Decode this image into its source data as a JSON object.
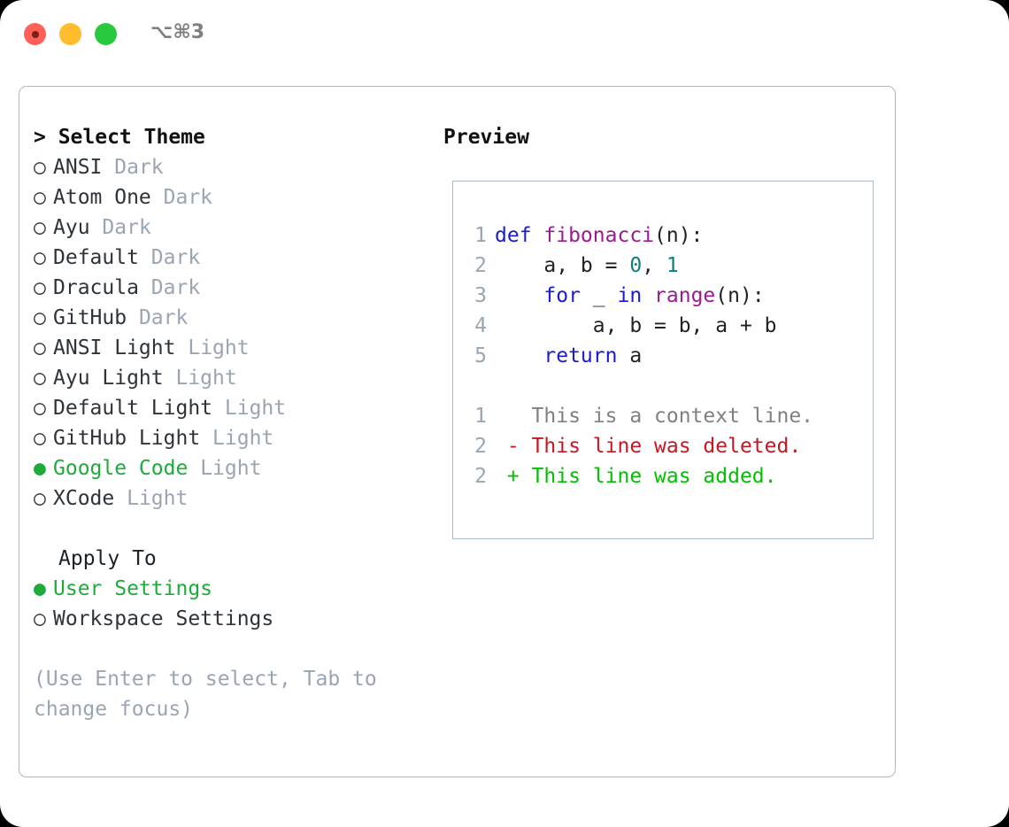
{
  "titlebar": {
    "shortcut": "⌥⌘3",
    "buttons": [
      {
        "name": "close",
        "color": "#ff6058"
      },
      {
        "name": "minimize",
        "color": "#ffbd2e"
      },
      {
        "name": "maximize",
        "color": "#28c93f"
      }
    ]
  },
  "theme_picker": {
    "heading": "> Select Theme",
    "bullet_selected": "●",
    "bullet_unselected": "○",
    "items": [
      {
        "label": "ANSI",
        "variant": "Dark",
        "selected": false
      },
      {
        "label": "Atom One",
        "variant": "Dark",
        "selected": false
      },
      {
        "label": "Ayu",
        "variant": "Dark",
        "selected": false
      },
      {
        "label": "Default",
        "variant": "Dark",
        "selected": false
      },
      {
        "label": "Dracula",
        "variant": "Dark",
        "selected": false
      },
      {
        "label": "GitHub",
        "variant": "Dark",
        "selected": false
      },
      {
        "label": "ANSI Light",
        "variant": "Light",
        "selected": false
      },
      {
        "label": "Ayu Light",
        "variant": "Light",
        "selected": false
      },
      {
        "label": "Default Light",
        "variant": "Light",
        "selected": false
      },
      {
        "label": "GitHub Light",
        "variant": "Light",
        "selected": false
      },
      {
        "label": "Google Code",
        "variant": "Light",
        "selected": true
      },
      {
        "label": "XCode",
        "variant": "Light",
        "selected": false
      }
    ]
  },
  "apply_to": {
    "heading": "Apply To",
    "items": [
      {
        "label": "User Settings",
        "selected": true
      },
      {
        "label": "Workspace Settings",
        "selected": false
      }
    ]
  },
  "hint": "(Use Enter to select, Tab to change focus)",
  "preview": {
    "title": "Preview",
    "code_lines": [
      {
        "lineno": "1",
        "tokens": [
          {
            "t": "def ",
            "c": "kw"
          },
          {
            "t": "fibonacci",
            "c": "fn"
          },
          {
            "t": "(n):",
            "c": "pln"
          }
        ]
      },
      {
        "lineno": "2",
        "tokens": [
          {
            "t": "    a, b = ",
            "c": "pln"
          },
          {
            "t": "0",
            "c": "num"
          },
          {
            "t": ", ",
            "c": "pln"
          },
          {
            "t": "1",
            "c": "num"
          }
        ]
      },
      {
        "lineno": "3",
        "tokens": [
          {
            "t": "    ",
            "c": "pln"
          },
          {
            "t": "for",
            "c": "kw"
          },
          {
            "t": " _ ",
            "c": "pln"
          },
          {
            "t": "in",
            "c": "kw"
          },
          {
            "t": " ",
            "c": "pln"
          },
          {
            "t": "range",
            "c": "fn"
          },
          {
            "t": "(n):",
            "c": "pln"
          }
        ]
      },
      {
        "lineno": "4",
        "tokens": [
          {
            "t": "        a, b = b, a + b",
            "c": "pln"
          }
        ]
      },
      {
        "lineno": "5",
        "tokens": [
          {
            "t": "    ",
            "c": "pln"
          },
          {
            "t": "return",
            "c": "kw"
          },
          {
            "t": " a",
            "c": "pln"
          }
        ]
      },
      {
        "lineno": "",
        "tokens": []
      },
      {
        "lineno": "1",
        "tokens": [
          {
            "t": "   This is a context line.",
            "c": "ctx"
          }
        ]
      },
      {
        "lineno": "2",
        "tokens": [
          {
            "t": " - This line was deleted.",
            "c": "del"
          }
        ]
      },
      {
        "lineno": "2",
        "tokens": [
          {
            "t": " + This line was added.",
            "c": "add"
          }
        ]
      }
    ]
  },
  "colors": {
    "panel_border": "#aeb7c4",
    "selected_green": "#1faa3c",
    "muted_gray": "#9aa5b1",
    "keyword_blue": "#1a1ad4",
    "function_purple": "#9b1a8f",
    "number_teal": "#0b7f7f",
    "diff_deleted_red": "#c81622",
    "diff_added_green": "#00c000",
    "context_gray": "#808080",
    "text_dark": "#2d3338"
  }
}
